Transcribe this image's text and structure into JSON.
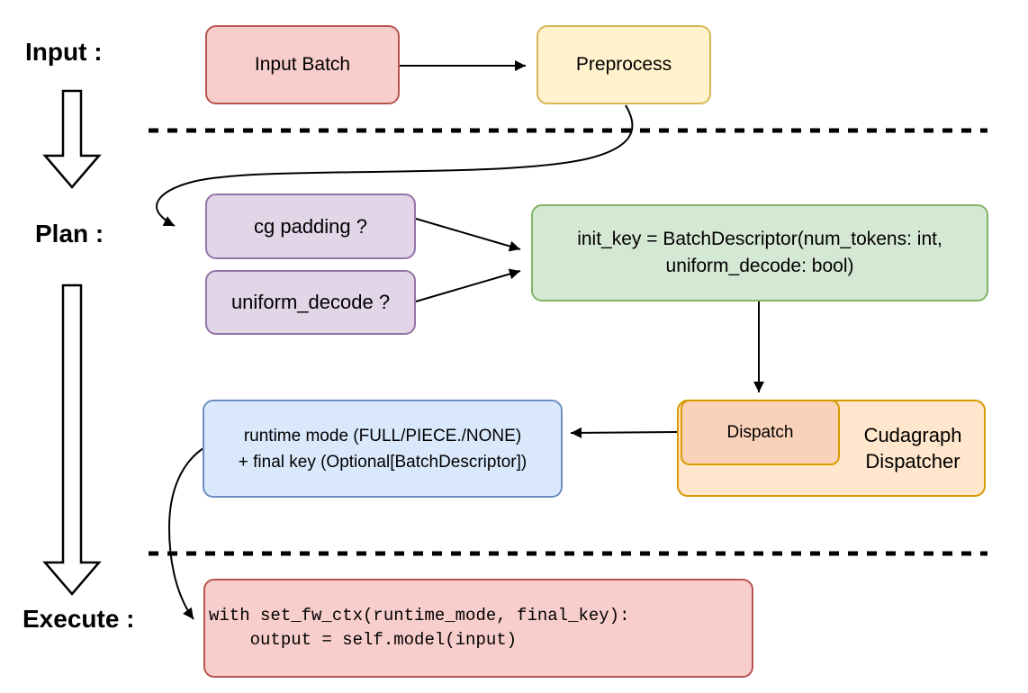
{
  "stage_labels": {
    "input": "Input :",
    "plan": "Plan :",
    "execute": "Execute :"
  },
  "nodes": {
    "input_batch": {
      "label": "Input Batch",
      "fill": "#f8cecc",
      "stroke": "#b85450"
    },
    "preprocess": {
      "label": "Preprocess",
      "fill": "#fff2cc",
      "stroke": "#d6b656"
    },
    "cg_padding": {
      "label": "cg padding ?",
      "fill": "#e1d5e7",
      "stroke": "#9673a6"
    },
    "uniform_decode": {
      "label": "uniform_decode ?",
      "fill": "#e1d5e7",
      "stroke": "#9673a6"
    },
    "init_key": {
      "line1": "init_key = BatchDescriptor(num_tokens: int,",
      "line2": "uniform_decode: bool)",
      "fill": "#d5e8d4",
      "stroke": "#82b366"
    },
    "dispatch": {
      "label": "Dispatch",
      "fill": "#fad2b9",
      "stroke": "#d79b00"
    },
    "cudagraph_dispatcher": {
      "line1": "Cudagraph",
      "line2": "Dispatcher",
      "fill": "#ffe6cc",
      "stroke": "#d79b00"
    },
    "runtime_mode": {
      "line1": "runtime mode (FULL/PIECE./NONE)",
      "line2": "+ final key (Optional[BatchDescriptor])",
      "fill": "#dae8fc",
      "stroke": "#6c8ebf"
    },
    "execute_code": {
      "line1": "with set_fw_ctx(runtime_mode, final_key):",
      "line2": "    output = self.model(input)",
      "fill": "#f8cecc",
      "stroke": "#b85450"
    }
  },
  "colors": {
    "connector": "#000000",
    "divider": "#000000",
    "text": "#000000",
    "background": "#ffffff"
  }
}
